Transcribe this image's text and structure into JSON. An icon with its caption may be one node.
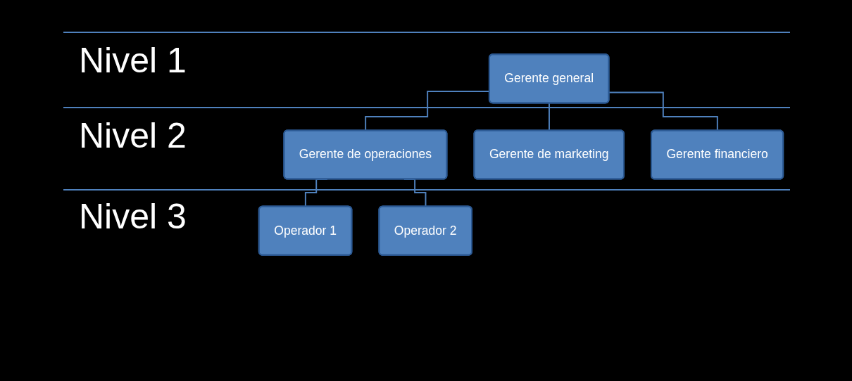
{
  "diagram": {
    "nodes": [
      {
        "text": [
          "Gerente general"
        ]
      },
      {
        "text": [
          "Gerente de operaciones"
        ]
      },
      {
        "text": [
          "Gerente de marketing"
        ]
      },
      {
        "text": [
          "Gerente financiero"
        ]
      },
      {
        "text": [
          "Operador 1"
        ]
      },
      {
        "text": [
          "Operador 2"
        ]
      }
    ],
    "edges": [
      {
        "from": 0,
        "to": 1,
        "arrow": "none"
      },
      {
        "from": 0,
        "to": 2,
        "arrow": "none"
      },
      {
        "from": 0,
        "to": 3,
        "arrow": "none"
      },
      {
        "from": 1,
        "to": 4,
        "arrow": "none"
      },
      {
        "from": 1,
        "to": 5,
        "arrow": "none"
      }
    ],
    "labels": [
      "Nivel 1",
      "Nivel 2",
      "Nivel 3"
    ]
  }
}
